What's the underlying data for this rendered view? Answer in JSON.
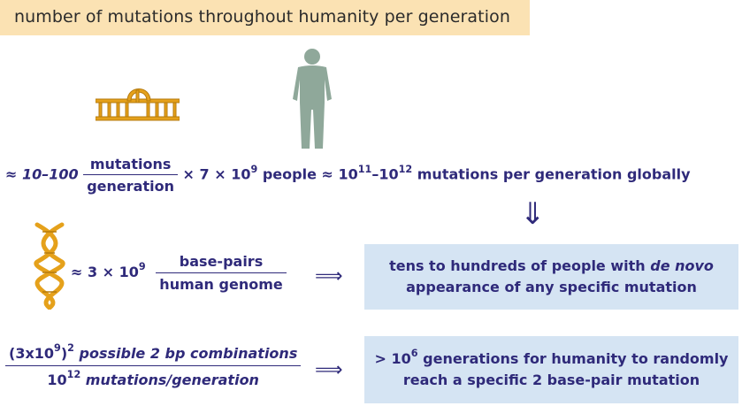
{
  "title": "number of mutations throughout humanity per generation",
  "eq1": {
    "prefix": "≈ 10–100",
    "frac_num": "mutations",
    "frac_den": "generation",
    "times": "× 7 × 10",
    "exp_people": "9",
    "people": "people ≈ 10",
    "exp_a": "11",
    "dash": "–10",
    "exp_b": "12",
    "suffix": "mutations per generation globally"
  },
  "eq2": {
    "prefix": "≈ 3 × 10",
    "exp": "9",
    "frac_num": "base-pairs",
    "frac_den": "human genome"
  },
  "box1": {
    "line1_a": "tens to hundreds of people with ",
    "line1_it": "de novo",
    "line2": "appearance of any specific mutation"
  },
  "eq3": {
    "num_a": "(3x10",
    "num_exp1": "9",
    "num_b": ")",
    "num_exp2": "2",
    "num_c": " possible 2 bp combinations",
    "den_a": "10",
    "den_exp": "12",
    "den_b": " mutations/generation"
  },
  "box2": {
    "line1_a": "> 10",
    "line1_exp": "6",
    "line1_b": " generations for humanity to randomly",
    "line2": "reach a specific 2 base-pair mutation"
  },
  "arrow_right": "⟹",
  "arrow_down": "⇓",
  "colors": {
    "ink": "#2f2a7a",
    "title_bg": "#fbe2b3",
    "box_bg": "#d5e4f3",
    "dna_gold": "#e5a11b",
    "person_gray": "#8fa89a"
  }
}
